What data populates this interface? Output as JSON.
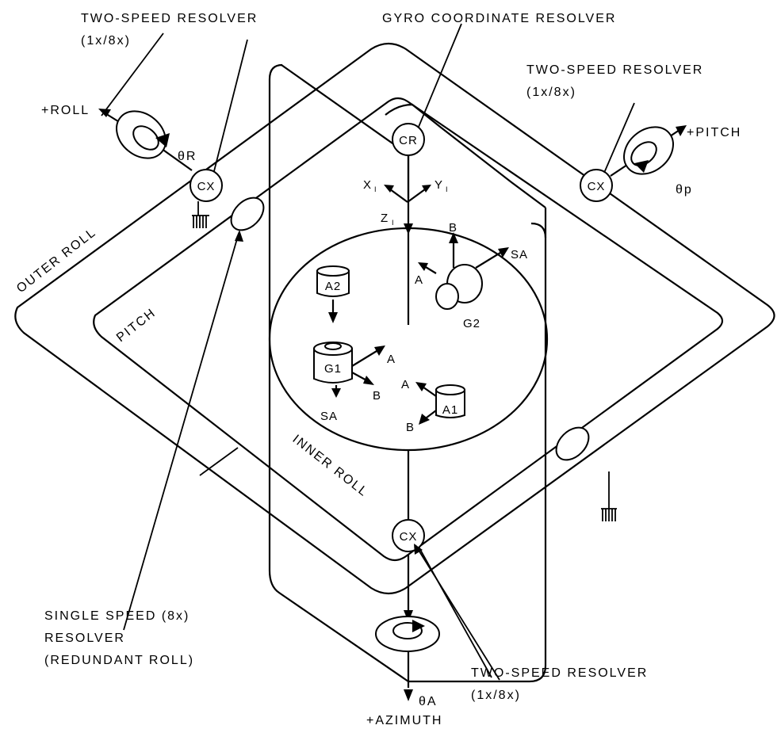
{
  "labels": {
    "two_speed_resolver_roll": "TWO-SPEED RESOLVER",
    "two_speed_resolver_roll_ratio": "(1x/8x)",
    "gyro_coordinate_resolver": "GYRO COORDINATE RESOLVER",
    "two_speed_resolver_pitch": "TWO-SPEED RESOLVER",
    "two_speed_resolver_pitch_ratio": "(1x/8x)",
    "plus_roll": "+ROLL",
    "plus_pitch": "+PITCH",
    "theta_r": "θR",
    "theta_p": "θp",
    "theta_a": "θA",
    "plus_azimuth": "+AZIMUTH",
    "outer_roll": "OUTER ROLL",
    "pitch": "PITCH",
    "inner_roll": "INNER ROLL",
    "single_speed_line1": "SINGLE SPEED (8x)",
    "single_speed_line2": "RESOLVER",
    "single_speed_line3": "(REDUNDANT ROLL)",
    "two_speed_resolver_az": "TWO-SPEED RESOLVER",
    "two_speed_resolver_az_ratio": "(1x/8x)",
    "cr": "CR",
    "cx_roll": "CX",
    "cx_pitch": "CX",
    "cx_az": "CX",
    "x_axis": "X",
    "y_axis": "Y",
    "z_axis": "Z",
    "axis_sub": "I",
    "a2": "A2",
    "g1": "G1",
    "g2": "G2",
    "a1": "A1",
    "a_g1": "A",
    "b_g1": "B",
    "sa_g1": "SA",
    "a_g2": "A",
    "b_g2": "B",
    "sa_g2": "SA",
    "a_a1": "A",
    "b_a1": "B"
  }
}
